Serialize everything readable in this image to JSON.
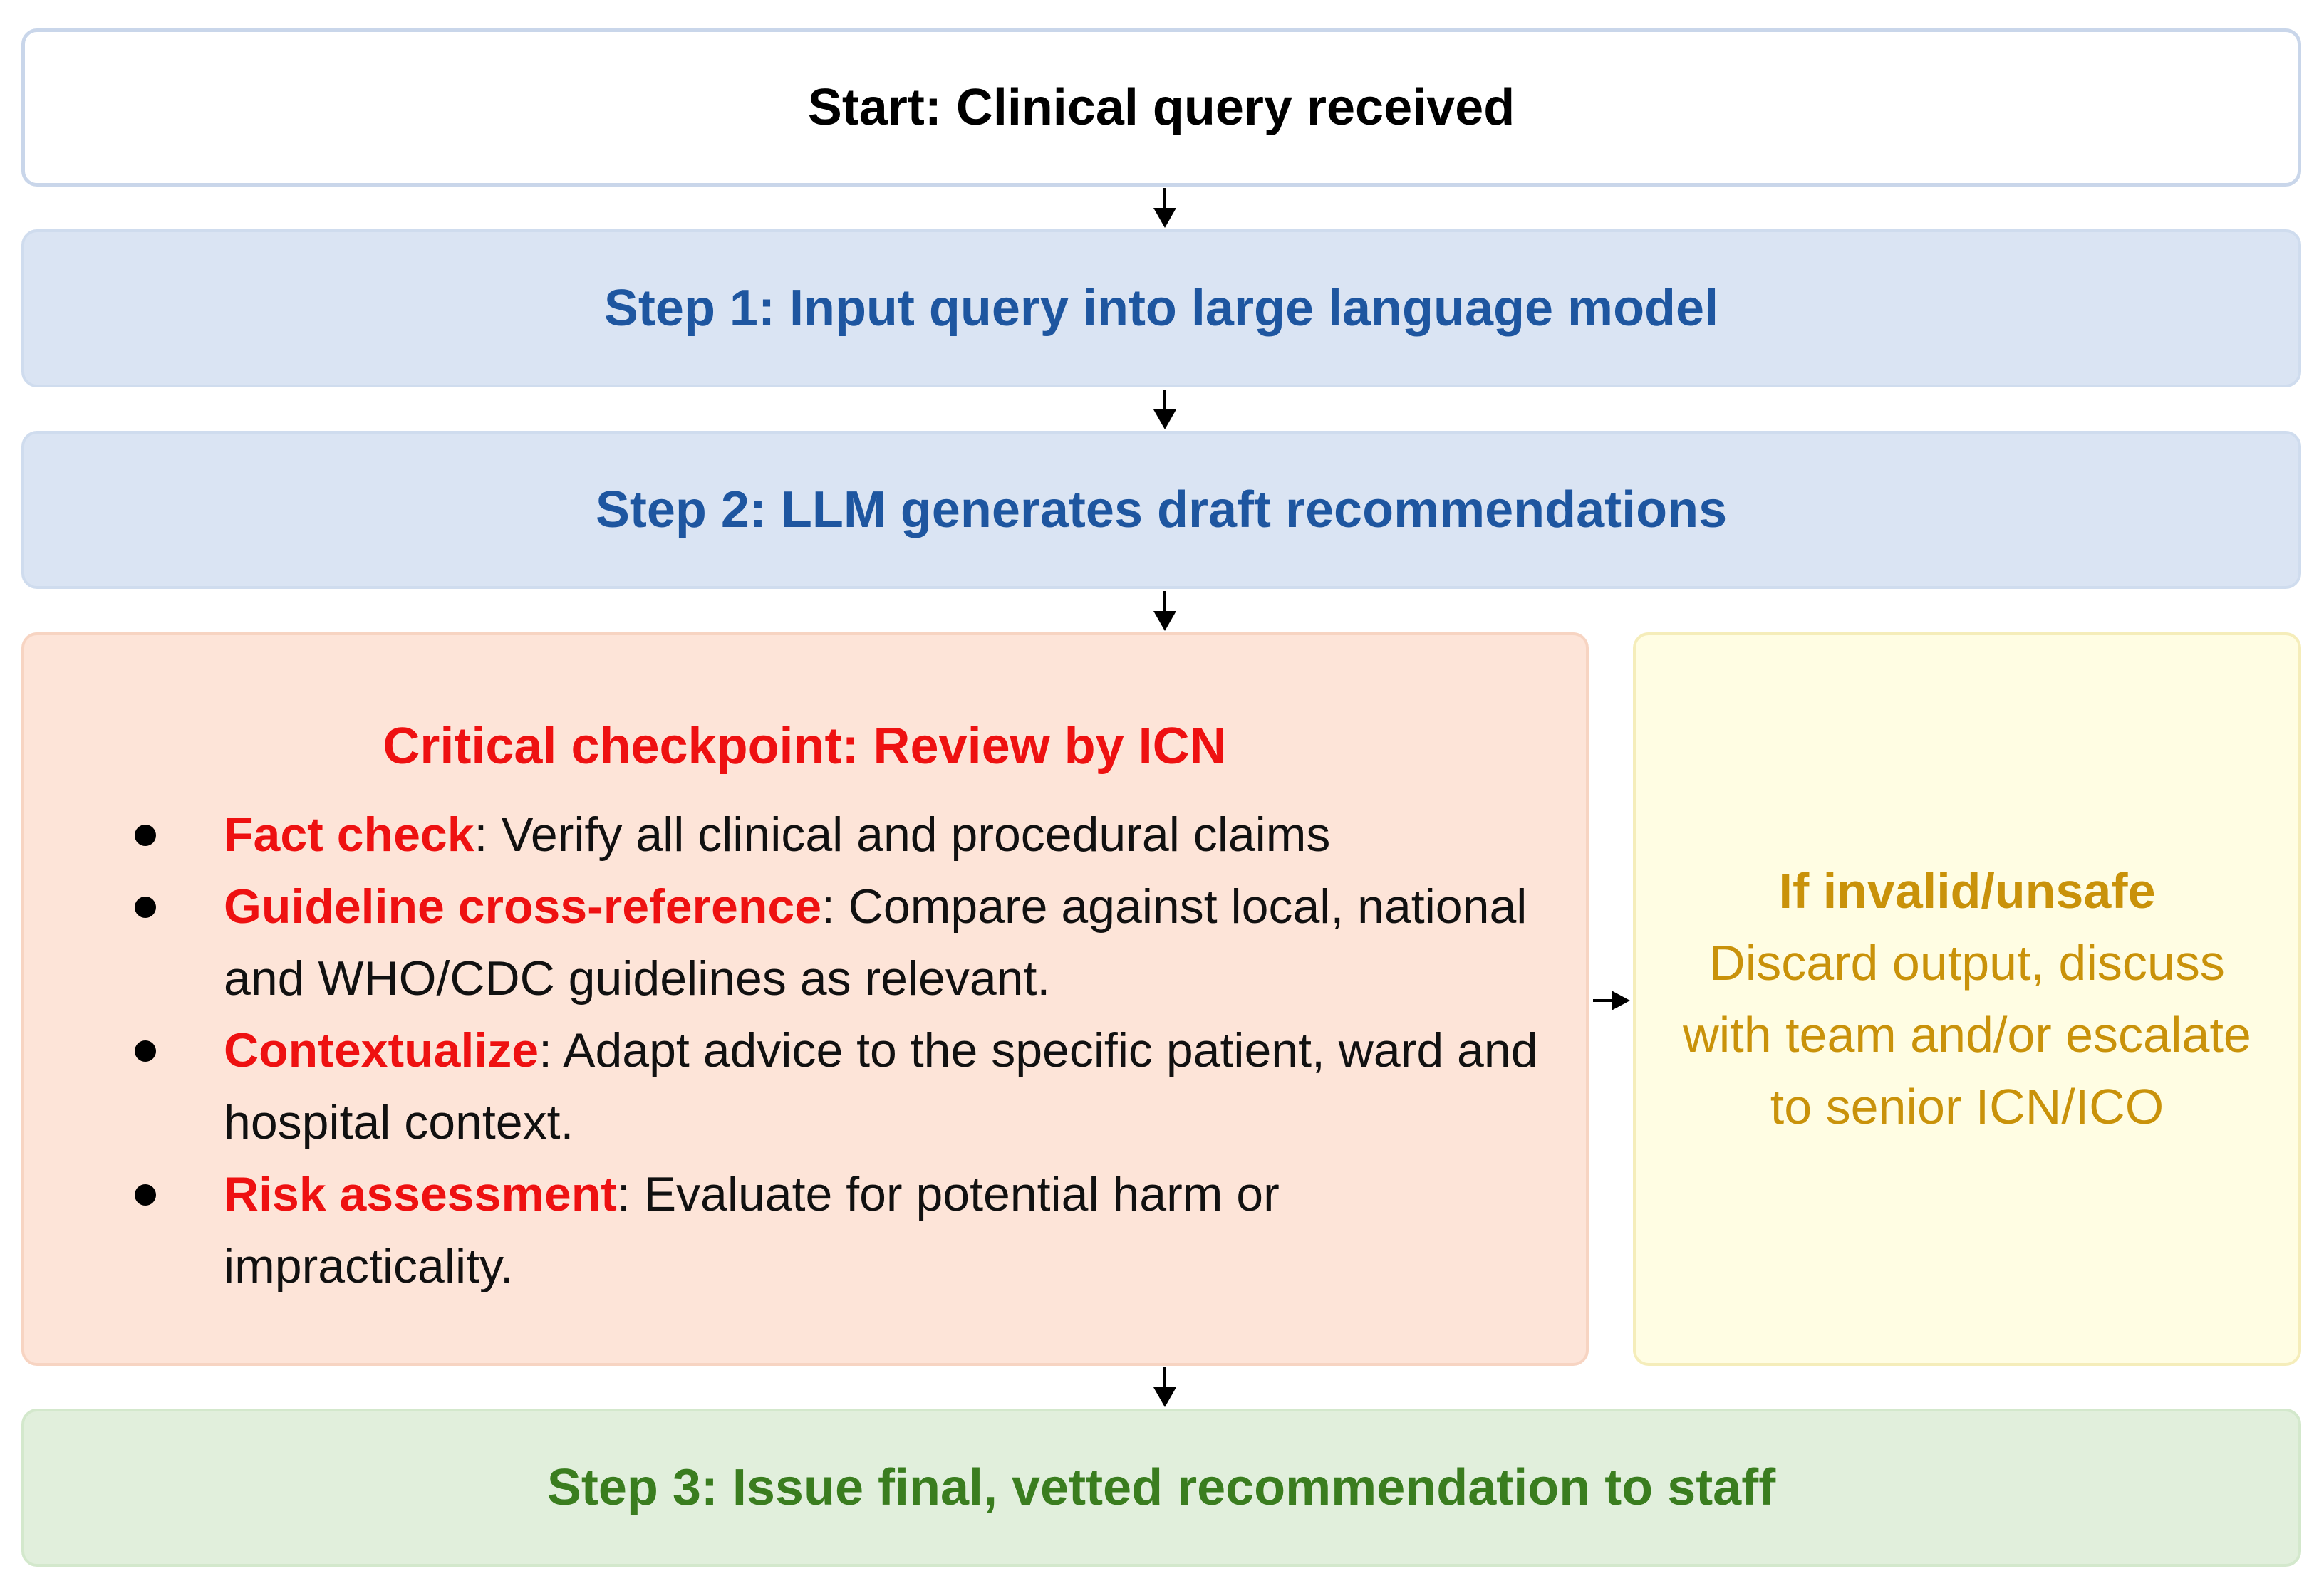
{
  "start": {
    "label": "Start: Clinical query received"
  },
  "step1": {
    "label": "Step 1: Input query into large language model"
  },
  "step2": {
    "label": "Step 2: LLM generates draft recommendations"
  },
  "checkpoint": {
    "title": "Critical checkpoint: Review by ICN",
    "items": [
      {
        "term": "Fact check",
        "text": ": Verify all clinical and procedural claims"
      },
      {
        "term": "Guideline cross-reference",
        "text": ": Compare against local, national and WHO/CDC guidelines as relevant."
      },
      {
        "term": "Contextualize",
        "text": ": Adapt advice to the specific patient, ward and hospital context."
      },
      {
        "term": "Risk assessment",
        "text": ": Evaluate for potential harm or impracticality."
      }
    ]
  },
  "side": {
    "title": "If invalid/unsafe",
    "body": "Discard output, discuss with team and/or escalate to senior ICN/ICO"
  },
  "step3": {
    "label": "Step 3: Issue final, vetted recommendation to staff"
  },
  "colors": {
    "step_blue": "#1e56a0",
    "checkpoint_red": "#ee1111",
    "side_gold": "#c9920a",
    "step3_green": "#3a7d1f"
  }
}
